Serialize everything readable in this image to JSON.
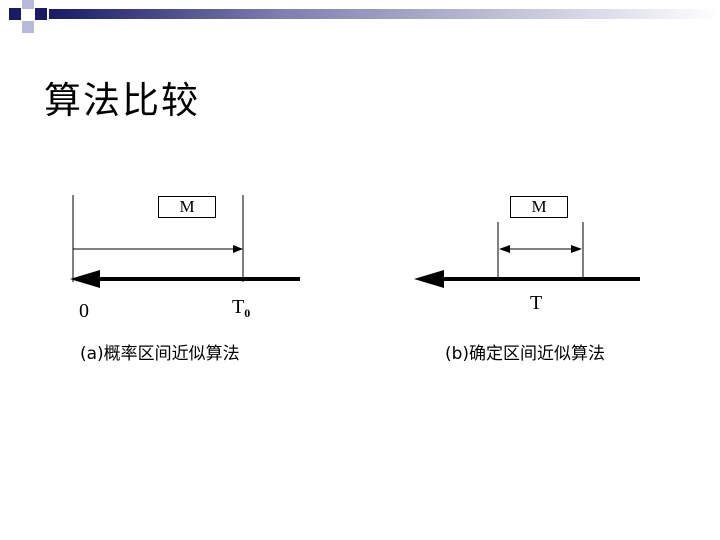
{
  "slide": {
    "title": "算法比较"
  },
  "diagram_a": {
    "box_label": "M",
    "start_label": "0",
    "end_label_main": "T",
    "end_label_sub": "0",
    "caption": "(a)概率区间近似算法"
  },
  "diagram_b": {
    "box_label": "M",
    "end_label": "T",
    "caption": "(b)确定区间近似算法"
  },
  "colors": {
    "deco_navy": "#1a1a66",
    "deco_lavender": "#b8b8d8",
    "deco_gradient_end": "#ffffff"
  }
}
